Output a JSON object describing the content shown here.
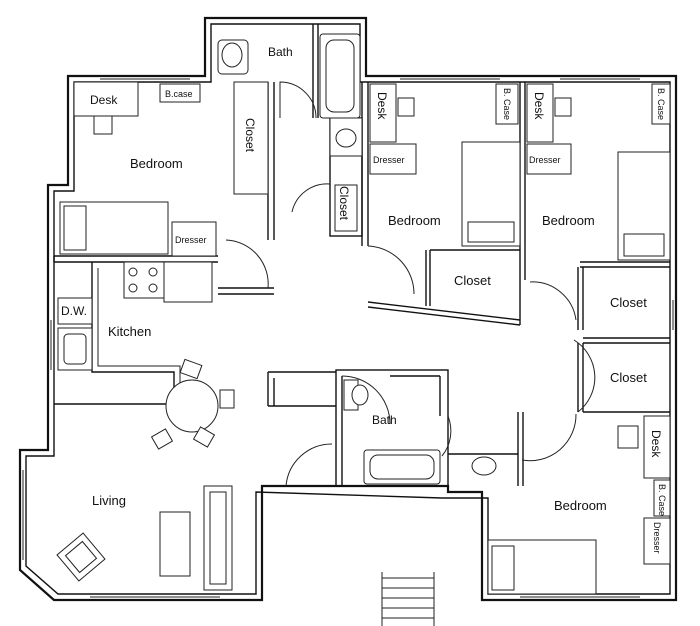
{
  "rooms": {
    "bath_top": "Bath",
    "bedroom_nw": "Bedroom",
    "closet_nw": "Closet",
    "closet_hall": "Closet",
    "bedroom_n1": "Bedroom",
    "bedroom_n2": "Bedroom",
    "closet_n1": "Closet",
    "closet_e1": "Closet",
    "closet_e2": "Closet",
    "kitchen": "Kitchen",
    "bath_mid": "Bath",
    "living": "Living",
    "bedroom_se": "Bedroom"
  },
  "furniture": {
    "desk_nw": "Desk",
    "bcase_nw": "B.case",
    "dresser_nw": "Dresser",
    "desk_n1": "Desk",
    "bcase_n1": "B. Case",
    "dresser_n1": "Dresser",
    "desk_n2": "Desk",
    "bcase_n2": "B. Case",
    "dresser_n2": "Dresser",
    "dishwasher": "D.W.",
    "desk_se": "Desk",
    "bcase_se": "B. Case",
    "dresser_se": "Dresser"
  }
}
